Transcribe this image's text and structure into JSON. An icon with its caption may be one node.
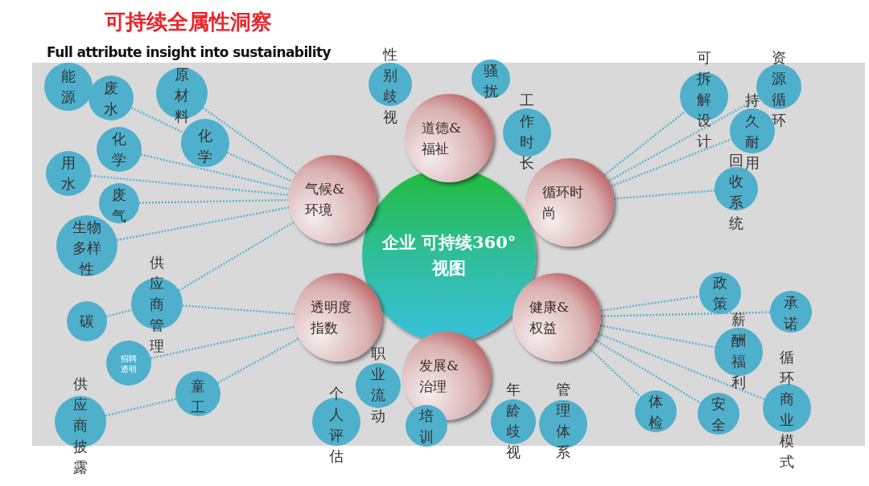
{
  "diagram": {
    "title": "可持续全属性洞察",
    "nodes": [
      {
        "text": [
          "企业 可持续360°视图"
        ]
      },
      {
        "text": [
          "气候&环境"
        ]
      },
      {
        "text": [
          "道德&福祉"
        ]
      },
      {
        "text": [
          "循环时尚"
        ]
      },
      {
        "text": [
          "透明度指数"
        ]
      },
      {
        "text": [
          "健康&权益"
        ]
      },
      {
        "text": [
          "发展&治理"
        ]
      },
      {
        "text": [
          "能源"
        ]
      },
      {
        "text": [
          "废水"
        ]
      },
      {
        "text": [
          "原材料"
        ]
      },
      {
        "text": [
          "化学"
        ]
      },
      {
        "text": [
          "化学"
        ]
      },
      {
        "text": [
          "用水"
        ]
      },
      {
        "text": [
          "废气"
        ]
      },
      {
        "text": [
          "生物多样性"
        ]
      },
      {
        "text": [
          "供应商管理"
        ]
      },
      {
        "text": [
          "碳"
        ]
      },
      {
        "text": [
          "招聘透明"
        ]
      },
      {
        "text": [
          "供应商披露"
        ]
      },
      {
        "text": [
          "童工"
        ]
      },
      {
        "text": [
          "个人评估"
        ]
      },
      {
        "text": [
          "职业流动"
        ]
      },
      {
        "text": [
          "培训"
        ]
      },
      {
        "text": [
          "年龄歧视"
        ]
      },
      {
        "text": [
          "管理体系"
        ]
      },
      {
        "text": [
          "性别歧视"
        ]
      },
      {
        "text": [
          "骚扰"
        ]
      },
      {
        "text": [
          "工作时长"
        ]
      },
      {
        "text": [
          "可拆解设计"
        ]
      },
      {
        "text": [
          "资源循环"
        ]
      },
      {
        "text": [
          "持久耐用"
        ]
      },
      {
        "text": [
          "回收系统"
        ]
      },
      {
        "text": [
          "政策"
        ]
      },
      {
        "text": [
          "承诺"
        ]
      },
      {
        "text": [
          "薪酬福利"
        ]
      },
      {
        "text": [
          "循环商业模式"
        ]
      },
      {
        "text": [
          "体检"
        ]
      },
      {
        "text": [
          "安全"
        ]
      }
    ],
    "edges": [
      {
        "from": 8,
        "to": 10,
        "arrow": "none"
      },
      {
        "from": 9,
        "to": 1,
        "arrow": "none"
      },
      {
        "from": 10,
        "to": 1,
        "arrow": "none"
      },
      {
        "from": 11,
        "to": 1,
        "arrow": "none"
      },
      {
        "from": 12,
        "to": 1,
        "arrow": "none"
      },
      {
        "from": 13,
        "to": 1,
        "arrow": "none"
      },
      {
        "from": 14,
        "to": 1,
        "arrow": "none"
      },
      {
        "from": 15,
        "to": 1,
        "arrow": "none"
      },
      {
        "from": 16,
        "to": 15,
        "arrow": "none"
      },
      {
        "from": 15,
        "to": 4,
        "arrow": "none"
      },
      {
        "from": 17,
        "to": 4,
        "arrow": "none"
      },
      {
        "from": 18,
        "to": 19,
        "arrow": "none"
      },
      {
        "from": 19,
        "to": 4,
        "arrow": "none"
      },
      {
        "from": 3,
        "to": 28,
        "arrow": "none"
      },
      {
        "from": 3,
        "to": 29,
        "arrow": "none"
      },
      {
        "from": 3,
        "to": 30,
        "arrow": "none"
      },
      {
        "from": 3,
        "to": 31,
        "arrow": "none"
      },
      {
        "from": 5,
        "to": 32,
        "arrow": "none"
      },
      {
        "from": 5,
        "to": 33,
        "arrow": "none"
      },
      {
        "from": 5,
        "to": 34,
        "arrow": "none"
      },
      {
        "from": 5,
        "to": 35,
        "arrow": "none"
      },
      {
        "from": 5,
        "to": 36,
        "arrow": "none"
      },
      {
        "from": 5,
        "to": 37,
        "arrow": "none"
      }
    ],
    "labels": [
      "Full attribute insight into sustainability"
    ]
  }
}
